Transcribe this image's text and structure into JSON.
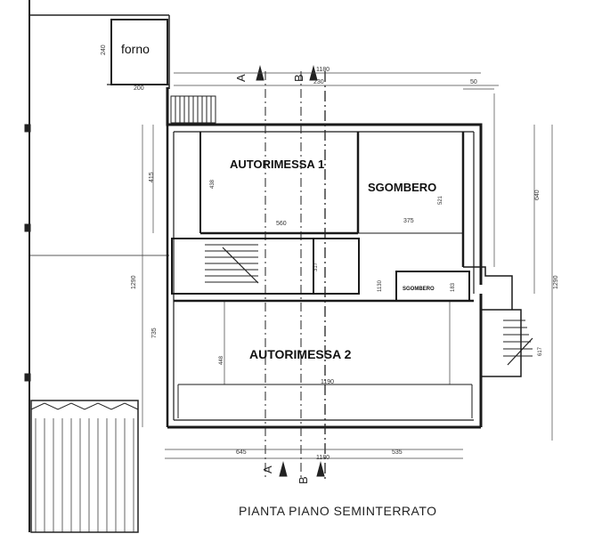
{
  "title": "PIANTA PIANO SEMINTERRATO",
  "rooms": {
    "forno": "forno",
    "autorimessa1": "AUTORIMESSA 1",
    "sgombero": "SGOMBERO",
    "sgombero_small": "SGOMBERO",
    "autorimessa2": "AUTORIMESSA 2"
  },
  "sections": {
    "a_top": "A",
    "b_top": "B",
    "a_bottom": "A",
    "b_bottom": "B"
  },
  "dimensions": {
    "d240": "240",
    "d200": "200",
    "d1180_top": "1180",
    "d50": "50",
    "d230": "230",
    "d415": "415",
    "d438": "438",
    "d560": "560",
    "d521": "521",
    "d375": "375",
    "d317": "317",
    "d1130": "1130",
    "d183": "183",
    "d640": "640",
    "d1290_left": "1290",
    "d1290_right": "1290",
    "d735": "735",
    "d448": "448",
    "d1190": "1190",
    "d617": "617",
    "d645": "645",
    "d1180_bottom": "1180",
    "d535": "535"
  },
  "colors": {
    "ink": "#1a1a1a",
    "paper": "#ffffff"
  }
}
